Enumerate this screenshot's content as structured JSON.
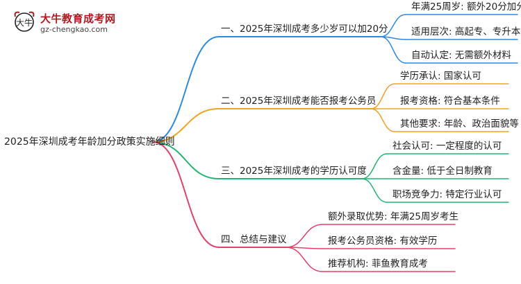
{
  "logo": {
    "title": "大牛教育成考网",
    "url": "gz-chengkao.com",
    "mark_text": "大牛"
  },
  "mindmap": {
    "root": "2025年深圳成考年龄加分政策实施细则",
    "branches": [
      {
        "label": "一、2025年深圳成考多少岁可以加20分",
        "color": "#2b8ae8",
        "children": [
          "年满25周岁: 额外20分加分",
          "适用层次: 高起专、专升本等",
          "自动认定: 无需额外材料"
        ]
      },
      {
        "label": "二、2025年深圳成考能否报考公务员",
        "color": "#f0a41b",
        "children": [
          "学历承认: 国家认可",
          "报考资格: 符合基本条件",
          "其他要求: 年龄、政治面貌等"
        ]
      },
      {
        "label": "三、2025年深圳成考的学历认可度",
        "color": "#22b573",
        "children": [
          "社会认可: 一定程度的认可",
          "含金量: 低于全日制教育",
          "职场竞争力: 特定行业认可"
        ]
      },
      {
        "label": "四、总结与建议",
        "color": "#e83e6c",
        "children": [
          "额外录取优势: 年满25周岁考生",
          "报考公务员资格: 有效学历",
          "推荐机构: 菲鱼教育成考"
        ]
      }
    ]
  }
}
